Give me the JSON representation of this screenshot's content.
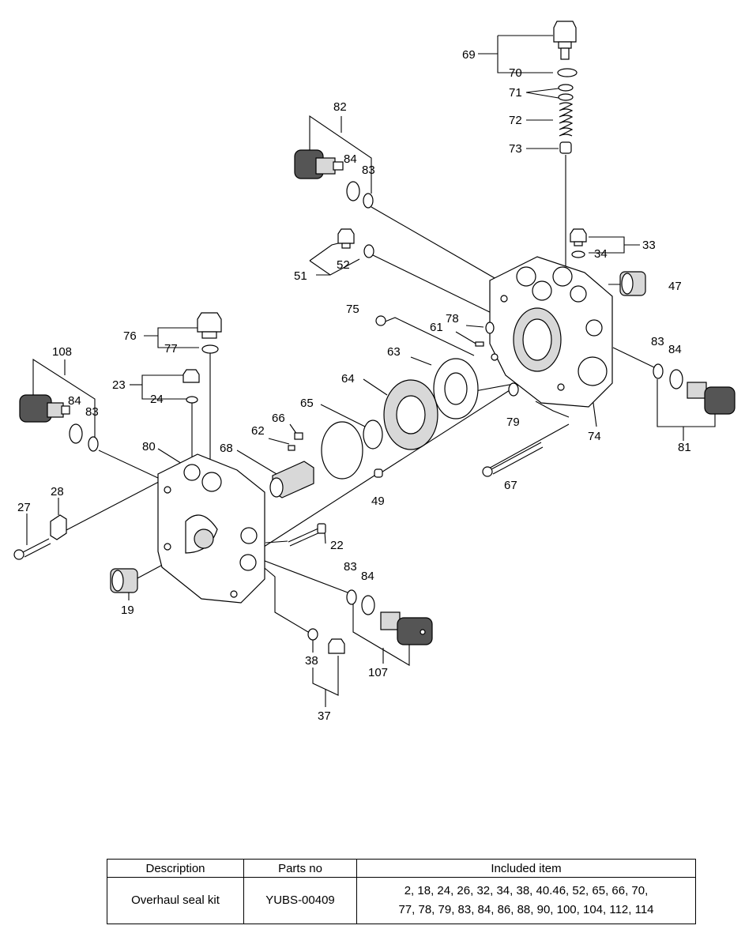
{
  "diagram": {
    "callouts": [
      "69",
      "70",
      "71",
      "72",
      "73",
      "82",
      "84",
      "83",
      "33",
      "34",
      "47",
      "51",
      "52",
      "75",
      "78",
      "61",
      "63",
      "64",
      "65",
      "66",
      "62",
      "68",
      "76",
      "77",
      "23",
      "24",
      "108",
      "84",
      "83",
      "80",
      "28",
      "27",
      "19",
      "22",
      "49",
      "67",
      "79",
      "74",
      "83",
      "84",
      "81",
      "83",
      "84",
      "107",
      "38",
      "37"
    ]
  },
  "kit_table": {
    "headers": [
      "Description",
      "Parts no",
      "Included item"
    ],
    "row": {
      "description": "Overhaul seal kit",
      "parts_no": "YUBS-00409",
      "included_line1": "2, 18, 24, 26, 32, 34, 38, 40.46, 52, 65, 66, 70,",
      "included_line2": "77, 78, 79, 83, 84, 86, 88, 90, 100, 104, 112, 114"
    }
  }
}
